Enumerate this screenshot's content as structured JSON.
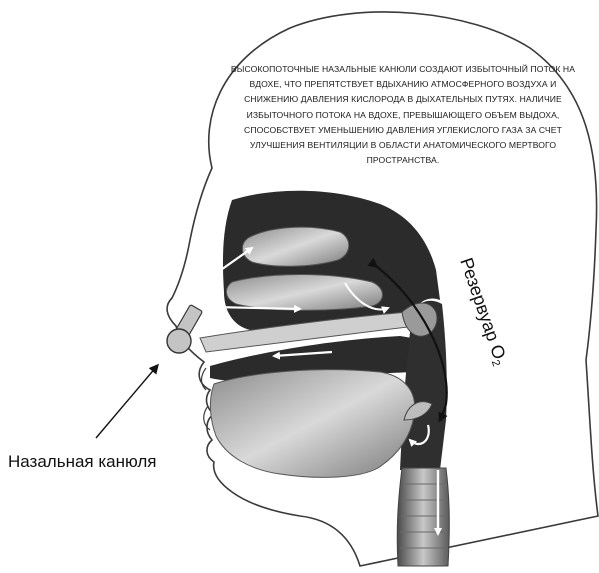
{
  "description": "Высокопоточные назальные канюли создают избыточный поток на вдохе, что препятствует вдыханию атмосферного воздуха и снижению давления кислорода в дыхательных путях. Наличие избыточного потока на вдохе, превышающего объем выдоха, способствует уменьшению давления углекислого газа за счет улучшения вентиляции в области анатомического мертвого пространства.",
  "labels": {
    "cannula": "Назальная канюля",
    "reservoir_main": "Резервуар O",
    "reservoir_sub": "2"
  },
  "colors": {
    "outline": "#3a3a3a",
    "airway_dark": "#2b2b2b",
    "tissue_light": "#c9c9c9",
    "arrow_white": "#ffffff",
    "arrow_black": "#111111",
    "cannula_gray": "#c4c4c4"
  }
}
